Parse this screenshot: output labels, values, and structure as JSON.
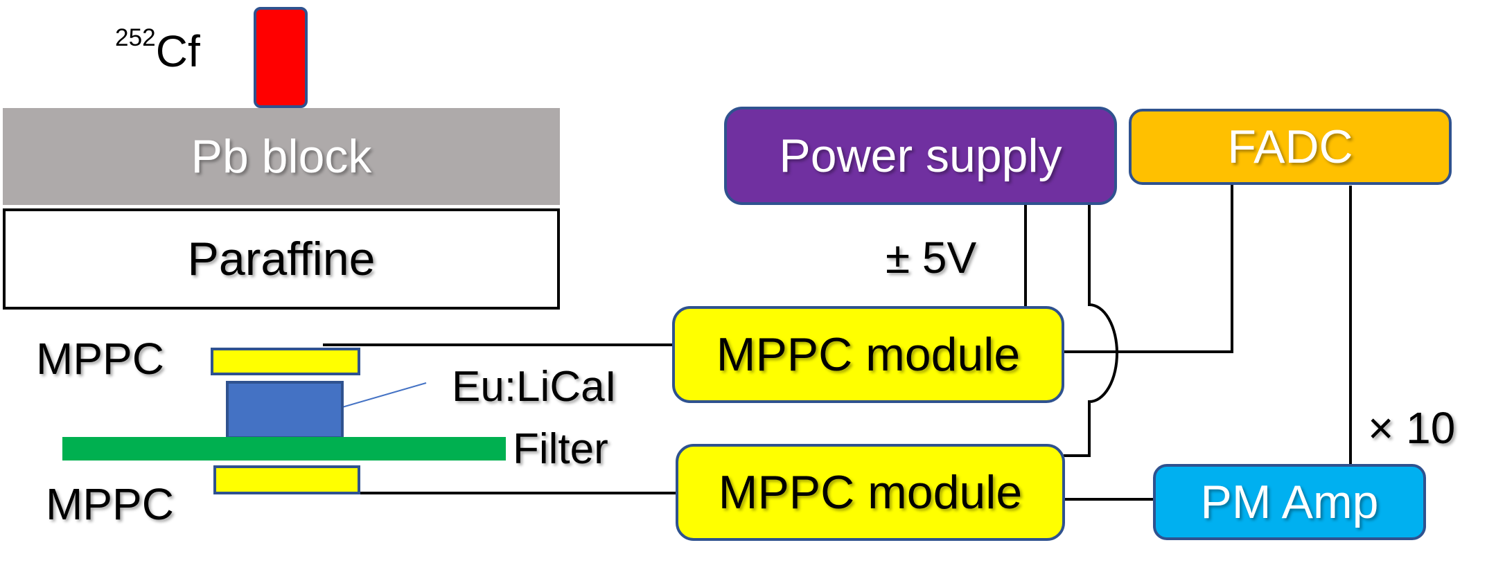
{
  "source": {
    "isotope_mass": "252",
    "element": "Cf",
    "color": "#ff0000"
  },
  "pb_block": {
    "label": "Pb block",
    "color": "#aeaaaa"
  },
  "paraffine": {
    "label": "Paraffine"
  },
  "detector": {
    "mppc_top_label": "MPPC",
    "mppc_bottom_label": "MPPC",
    "crystal_label": "Eu:LiCaI",
    "filter_label": "Filter",
    "mppc_color": "#ffff00",
    "crystal_color": "#4472c4",
    "filter_color": "#00b050"
  },
  "modules": {
    "power_supply": {
      "label": "Power supply",
      "color": "#7030a0"
    },
    "fadc": {
      "label": "FADC",
      "color": "#ffc000"
    },
    "mppc_module_top": {
      "label": "MPPC module",
      "color": "#ffff00"
    },
    "mppc_module_bottom": {
      "label": "MPPC module",
      "color": "#ffff00"
    },
    "pm_amp": {
      "label": "PM Amp",
      "color": "#00b0f0"
    }
  },
  "annotations": {
    "voltage": "± 5V",
    "gain": "× 10"
  }
}
